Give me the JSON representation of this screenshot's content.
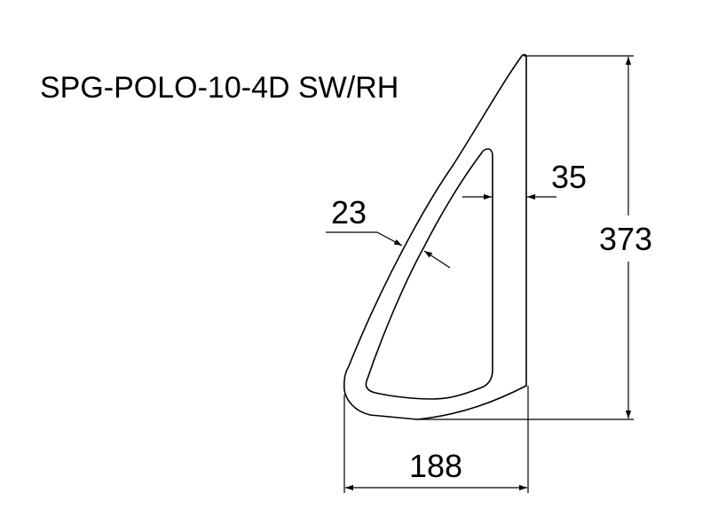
{
  "title": "SPG-POLO-10-4D SW/RH",
  "dimensions": {
    "width": "188",
    "height": "373",
    "frame_side": "35",
    "frame_edge": "23"
  }
}
